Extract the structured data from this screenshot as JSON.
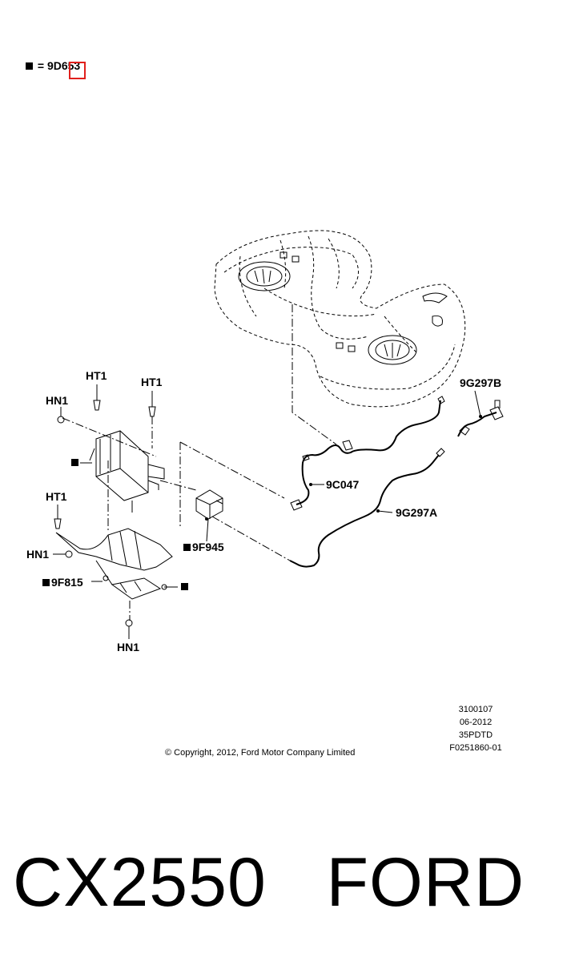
{
  "legend": {
    "prefix": "= 9D653",
    "highlight_color": "#e0201c"
  },
  "labels": {
    "ht1_top_left": "HT1",
    "ht1_top_right": "HT1",
    "hn1_left": "HN1",
    "ht1_lower": "HT1",
    "hn1_mid": "HN1",
    "part_9f815": "9F815",
    "hn1_bottom": "HN1",
    "part_9f945": "9F945",
    "part_9c047": "9C047",
    "part_9g297b": "9G297B",
    "part_9g297a": "9G297A"
  },
  "meta": {
    "code": "3100107",
    "date": "06-2012",
    "ref": "35PDTD",
    "figure": "F0251860-01"
  },
  "copyright": "© Copyright, 2012, Ford Motor Company Limited",
  "footer_title": "CX2550   FORD"
}
